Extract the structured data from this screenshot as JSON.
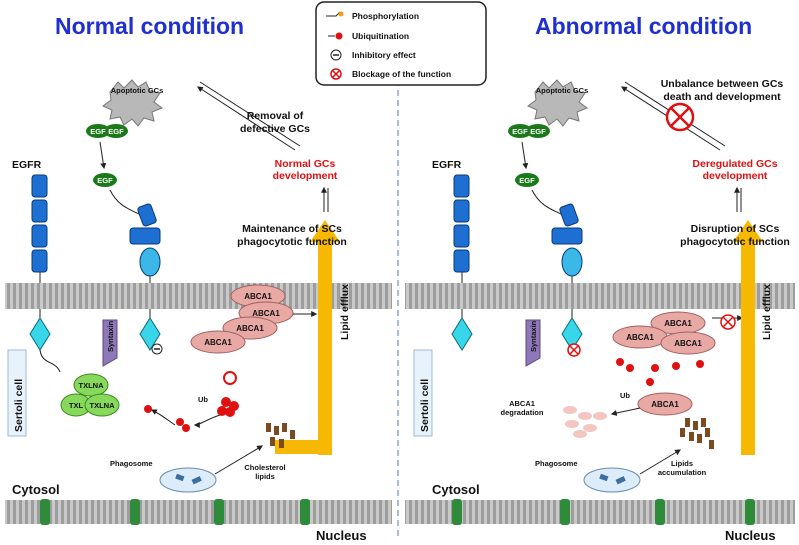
{
  "normal": {
    "title": "Normal condition",
    "apoptotic": "Apoptotic GCs",
    "egf": "EGF",
    "egfr": "EGFR",
    "removal": "Removal of defective GCs",
    "development": "Normal GCs development",
    "maintenance": "Maintenance of SCs phagocytotic function",
    "abca1": "ABCA1",
    "syntaxin": "Syntaxin",
    "txlna": "TXLNA",
    "txl": "TXL",
    "ub": "Ub",
    "phagosome": "Phagosome",
    "cholesterol": "Cholesterol lipids",
    "lipid_efflux": "Lipid efflux",
    "sertoli": "Sertoli cell",
    "cytosol": "Cytosol",
    "nucleus": "Nucleus"
  },
  "legend": {
    "phosphorylation": "Phosphorylation",
    "ubiquitination": "Ubiquitination",
    "inhibitory": "Inhibitory effect",
    "blockage": "Blockage of the function"
  },
  "abnormal": {
    "title": "Abnormal condition",
    "apoptotic": "Apoptotic GCs",
    "egf": "EGF",
    "egfr": "EGFR",
    "unbalance": "Unbalance between GCs death and development",
    "development": "Deregulated GCs development",
    "disruption": "Disruption of SCs phagocytotic function",
    "abca1": "ABCA1",
    "syntaxin": "Syntaxin",
    "ub": "Ub",
    "degradation": "ABCA1 degradation",
    "phagosome": "Phagosome",
    "lipids": "Lipids accumulation",
    "lipid_efflux": "Lipid efflux",
    "sertoli": "Sertoli cell",
    "cytosol": "Cytosol",
    "nucleus": "Nucleus"
  },
  "colors": {
    "title": "#1f2fd0",
    "red_text": "#e01010",
    "egf": "#1a7a1a",
    "receptor": "#1d6fd1",
    "abca1": "#e8a8a4",
    "txlna": "#86d95a",
    "arrow": "#f6b800",
    "membrane": "#9a9a9a",
    "nucleus_pore": "#2e8b3a"
  }
}
